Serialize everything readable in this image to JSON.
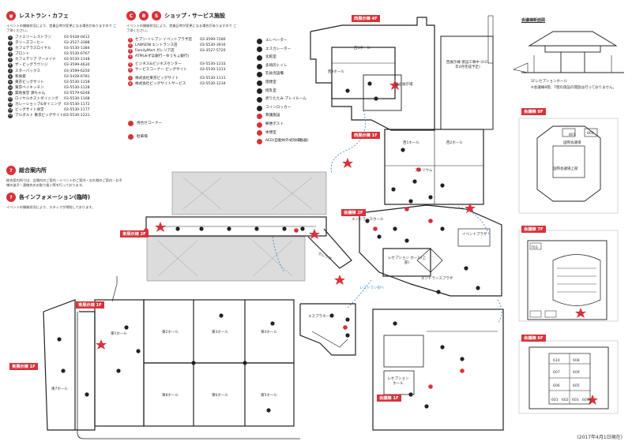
{
  "legend": {
    "restaurants": {
      "title": "レストラン・カフェ",
      "note": "イベントの開催状況により、営業日時が変更になる場合がありますので ご了承ください。",
      "items": [
        {
          "name": "ファミリーレストラン",
          "phone": "03-5428-0412"
        },
        {
          "name": "タリーズコーヒー",
          "phone": "03-3527-3388"
        },
        {
          "name": "カフェテラスロイヤル",
          "phone": "03-5530-1384"
        },
        {
          "name": "ブロント",
          "phone": "03-5530-6767"
        },
        {
          "name": "カフェテリア マーメイド",
          "phone": "03-5530-1148"
        },
        {
          "name": "ザ・ビッグラウンジ",
          "phone": "03-3599-4630"
        },
        {
          "name": "スターバックス",
          "phone": "03-3599-6250"
        },
        {
          "name": "和食家",
          "phone": "03-5428-6781"
        },
        {
          "name": "東京ビッグサイト",
          "phone": "03-5530-1158"
        },
        {
          "name": "東京ベイキッチン",
          "phone": "03-5530-1128"
        },
        {
          "name": "築地食堂 源ちゃん",
          "phone": "03-5579-6248"
        },
        {
          "name": "ロイヤルホストダイニング",
          "phone": "03-5530-1168"
        },
        {
          "name": "カレーショップ&ダイニング",
          "phone": "03-5530-1172"
        },
        {
          "name": "ビッグサイト食堂",
          "phone": "03-5530-1177"
        },
        {
          "name": "アルポルト 東京ビッグサイト店",
          "phone": "03-5530-1221"
        }
      ]
    },
    "shops": {
      "title": "ショップ・サービス施設",
      "note": "イベントの開催状況により、営業日時が変更になる場合がありますので ご了承ください。",
      "items": [
        {
          "name": "セブン-イレブン イベントプラザ店",
          "phone": "03-3599-7280"
        },
        {
          "name": "LAWSON エントランス店",
          "phone": "03-5530-3916"
        },
        {
          "name": "FamilyMart ガレリア店",
          "phone": "03-3527-5720"
        },
        {
          "name": "ATM(みずほ銀行・ゆうちょ銀行)",
          "phone": ""
        },
        {
          "name": "ビジネス&ビジネスセンター",
          "phone": "03-5530-1233"
        },
        {
          "name": "サービスコーナー ビッグサイト",
          "phone": "03-5530-1313"
        },
        {
          "name": "株式会社東京ビッグサイト",
          "phone": "03-5530-1111"
        },
        {
          "name": "株式会社ビッグサイトサービス",
          "phone": "03-5530-1234"
        }
      ],
      "extra_labels": [
        "待合せコーナー",
        "駐車場"
      ]
    },
    "facilities": {
      "items": [
        "エレベーター",
        "エスカレーター",
        "化粧室",
        "多目的トイレ",
        "乳幼児設備",
        "喫煙室",
        "授乳室",
        "折りたたみ プレイルーム",
        "コインロッカー",
        "救護施設",
        "郵便ポスト",
        "休憩室",
        "AED(自動体外式除細動器)"
      ]
    },
    "info": {
      "title": "総合案内所",
      "note": "総合案内所では、会場内のご案内・イベントのご案内・忘れ物のご案内・お子様の迷子・連絡先のお取り扱い等を行っております。"
    },
    "info2": {
      "title": "各インフォメーション(臨時)",
      "note": "イベントの開催状況により、スタッフが常駐しております。"
    }
  },
  "buildings": {
    "west_4f": "西展示棟 4F",
    "west_1f": "西展示棟 1F",
    "conf_2f": "会議棟 2F",
    "east_2f": "東展示棟 2F",
    "east_1f": "東展示棟 1F",
    "east_1f_alt": "東展示棟 1F",
    "conf_1f": "会議棟 1F",
    "conf_8f": "会議棟 8F",
    "conf_7f": "会議棟 7F",
    "conf_6f": "会議棟 6F",
    "conf_section": "会議棟断面図"
  },
  "map_labels": {
    "west_hall_1": "西1ホール",
    "west_hall_2": "西2ホール",
    "west_hall_3": "西3ホール",
    "west_hall_4": "西4ホール",
    "atrium": "アトリウム",
    "rooftop": "屋上展示場",
    "construction": "西展示棟 建設工事中 (H31年4月完成予定)",
    "entrance_hall": "エントランスホール",
    "reception_hall": "レセプション ホール(上部)",
    "entrance_plaza": "エントランスプラザ",
    "event_plaza": "イベントプラザ",
    "galleria": "ガレリア",
    "restaurant_way": "レストラン街へ",
    "esplanade": "エスプラネード",
    "east_hall_1": "東1ホール",
    "east_hall_2": "東2ホール",
    "east_hall_3": "東3ホール",
    "east_hall_4": "東4ホール",
    "east_hall_5": "東5ホール",
    "east_hall_6": "東6ホール",
    "east_hall_7": "東7ホール",
    "east_hall_8": "東8ホール",
    "reception": "レセプション ホール",
    "reception_1f": "1Fレセプションホール",
    "closed_note": "※会議棟8階、7階の施設の開放は行っておりません。",
    "intl_conf": "国際会議場",
    "intl_conf_upper": "国際会議場上部"
  },
  "rooms": {
    "f8": [
      "801",
      "802"
    ],
    "f7": [
      "703"
    ],
    "f6": [
      "610",
      "608",
      "607",
      "609",
      "606",
      "605",
      "601",
      "602",
      "603",
      "604"
    ]
  },
  "footer": {
    "date": "(2017年4月1日現在)"
  },
  "colors": {
    "accent": "#d6333a",
    "walkway": "#4a90c8",
    "gray_area": "#dcdcdc"
  }
}
